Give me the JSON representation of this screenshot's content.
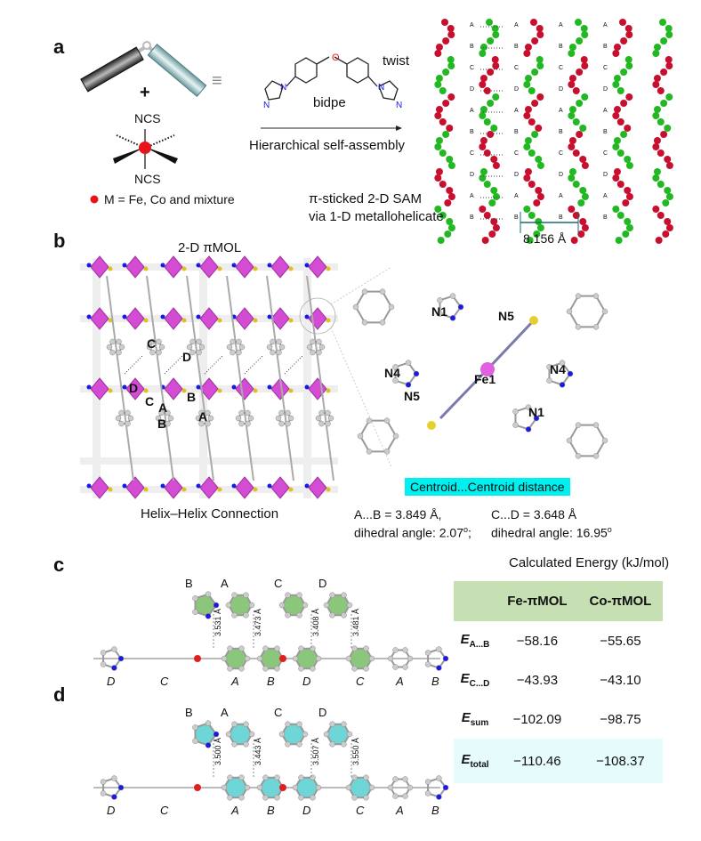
{
  "panels": {
    "a": "a",
    "b": "b",
    "c": "c",
    "d": "d"
  },
  "panel_a": {
    "ncs_top": "NCS",
    "ncs_bottom": "NCS",
    "plus": "+",
    "equiv": "≡",
    "metal_legend": "M = Fe, Co and mixture",
    "ligand_name": "bidpe",
    "twist": "twist",
    "atom_o": "O",
    "atom_n": "N",
    "arrow_label": "Hierarchical self-assembly",
    "result_line1": "π-sticked 2-D SAM",
    "result_line2": "via 1-D metallohelicate",
    "helix_distance": "8.156 Å",
    "helix_labels": [
      "A",
      "B",
      "C",
      "D"
    ]
  },
  "panel_b": {
    "title": "2-D  πMOL",
    "caption": "Helix–Helix Connection",
    "grid_labels": [
      "C",
      "D",
      "D",
      "C",
      "A",
      "B",
      "B",
      "A"
    ],
    "atom_labels": [
      "N1",
      "N5",
      "N4",
      "Fe1",
      "N4",
      "N5",
      "N1"
    ],
    "centroid_title": "Centroid...Centroid distance",
    "ab_distance": "A...B = 3.849 Å,",
    "ab_dihedral": "dihedral angle: 2.07",
    "ab_suffix": ";",
    "cd_distance": "C...D = 3.648 Å",
    "cd_dihedral": "dihedral angle: 16.95",
    "degree": "o"
  },
  "panel_c": {
    "top_labels": [
      "B",
      "A",
      "C",
      "D"
    ],
    "bottom_labels": [
      "D",
      "C",
      "A",
      "B",
      "D",
      "C",
      "A",
      "B"
    ],
    "distances": [
      "3.531 Å",
      "3.473 Å",
      "3.408 Å",
      "3.481 Å"
    ]
  },
  "panel_d": {
    "top_labels": [
      "B",
      "A",
      "C",
      "D"
    ],
    "bottom_labels": [
      "D",
      "C",
      "A",
      "B",
      "D",
      "C",
      "A",
      "B"
    ],
    "distances": [
      "3.500 Å",
      "3.443 Å",
      "3.507 Å",
      "3.550 Å"
    ]
  },
  "energy_table": {
    "title": "Calculated Energy (kJ/mol)",
    "columns": [
      "",
      "Fe-πMOL",
      "Co-πMOL"
    ],
    "rows": [
      {
        "name": "E",
        "sub": "A...B",
        "fe": "−58.16",
        "co": "−55.65"
      },
      {
        "name": "E",
        "sub": "C...D",
        "fe": "−43.93",
        "co": "−43.10"
      },
      {
        "name": "E",
        "sub": "sum",
        "fe": "−102.09",
        "co": "−98.75"
      },
      {
        "name": "E",
        "sub": "total",
        "fe": "−110.46",
        "co": "−108.37"
      }
    ]
  },
  "colors": {
    "metal": "#e8141b",
    "nitrogen": "#1a1ae6",
    "oxygen": "#e02020",
    "helix_red": "#c8102e",
    "helix_green": "#22b822",
    "octahedron": "#d44bd4",
    "highlight_cyan": "#00f0f0",
    "table_head": "#c6dfb3",
    "table_total": "#e6fbfb"
  }
}
